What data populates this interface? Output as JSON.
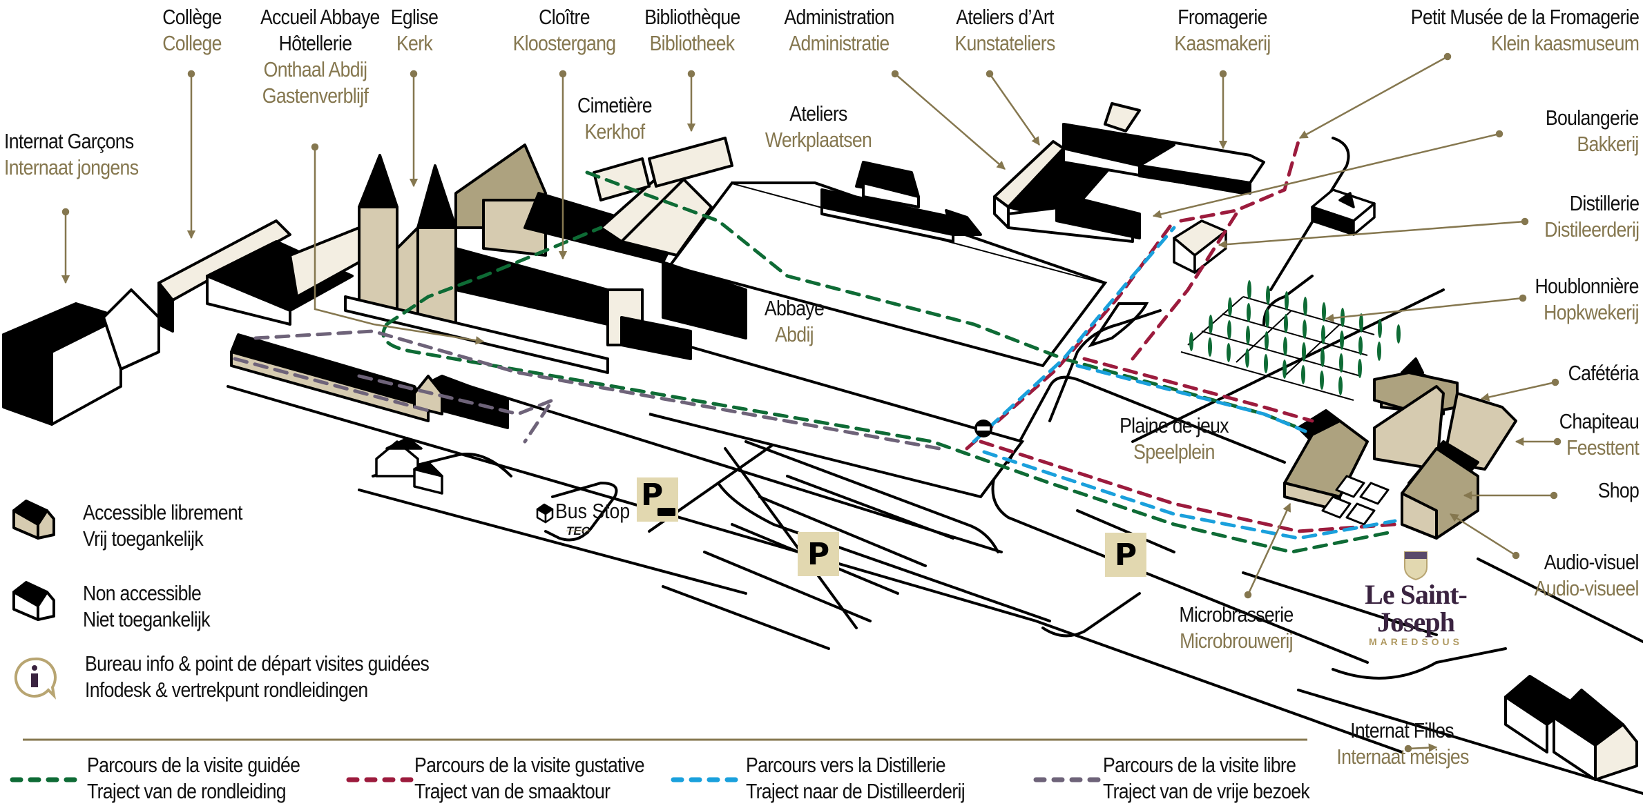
{
  "map": {
    "title_brand": "Le Saint-Joseph",
    "title_brand_sub": "MAREDSOUS",
    "colors": {
      "label_fr": "#111111",
      "label_nl": "#85774f",
      "arrow": "#85774f",
      "roof_black": "#000000",
      "wall_cream": "#f3eee2",
      "wall_tan": "#d6cbb0",
      "roof_tan": "#ada27f",
      "parking_bg": "#e2d8b0",
      "route_guided": "#0e6b35",
      "route_tasting": "#9c1b3d",
      "route_distillery": "#1aa0dc",
      "route_free": "#6e6379"
    },
    "places": [
      {
        "id": "internat-garcons",
        "fr": "Internat Garçons",
        "nl": "Internaat jongens"
      },
      {
        "id": "college",
        "fr": "Collège",
        "nl": "College"
      },
      {
        "id": "accueil",
        "fr": "Accueil Abbaye",
        "fr2": "Hôtellerie",
        "nl": "Onthaal Abdij",
        "nl2": "Gastenverblijf"
      },
      {
        "id": "eglise",
        "fr": "Eglise",
        "nl": "Kerk"
      },
      {
        "id": "cloitre",
        "fr": "Cloître",
        "nl": "Kloostergang"
      },
      {
        "id": "bibliotheque",
        "fr": "Bibliothèque",
        "nl": "Bibliotheek"
      },
      {
        "id": "cimetiere",
        "fr": "Cimetière",
        "nl": "Kerkhof"
      },
      {
        "id": "administration",
        "fr": "Administration",
        "nl": "Administratie"
      },
      {
        "id": "ateliers",
        "fr": "Ateliers",
        "nl": "Werkplaatsen"
      },
      {
        "id": "ateliers-art",
        "fr": "Ateliers d’Art",
        "nl": "Kunstateliers"
      },
      {
        "id": "fromagerie",
        "fr": "Fromagerie",
        "nl": "Kaasmakerij"
      },
      {
        "id": "musee",
        "fr": "Petit Musée de la Fromagerie",
        "nl": "Klein kaasmuseum"
      },
      {
        "id": "boulangerie",
        "fr": "Boulangerie",
        "nl": "Bakkerij"
      },
      {
        "id": "distillerie",
        "fr": "Distillerie",
        "nl": "Distileerderij"
      },
      {
        "id": "houblonniere",
        "fr": "Houblonnière",
        "nl": "Hopkwekerij"
      },
      {
        "id": "cafeteria",
        "fr": "Cafétéria",
        "nl": ""
      },
      {
        "id": "chapiteau",
        "fr": "Chapiteau",
        "nl": "Feesttent"
      },
      {
        "id": "shop",
        "fr": "Shop",
        "nl": ""
      },
      {
        "id": "audio-visuel",
        "fr": "Audio-visuel",
        "nl": "Audio-visueel"
      },
      {
        "id": "abbaye",
        "fr": "Abbaye",
        "nl": "Abdij"
      },
      {
        "id": "plaine",
        "fr": "Plaine de jeux",
        "nl": "Speelplein"
      },
      {
        "id": "microbrasserie",
        "fr": "Microbrasserie",
        "nl": "Microbrouwerij"
      },
      {
        "id": "internat-filles",
        "fr": "Internat Filles",
        "nl": "Internaat meisjes"
      }
    ],
    "bus_stop": {
      "label": "Bus Stop",
      "operator": "TEC",
      "icon": "bus-icon"
    },
    "parking": [
      {
        "label": "P",
        "type": "bus-parking"
      },
      {
        "label": "P",
        "type": "car-parking"
      },
      {
        "label": "P",
        "type": "car-parking"
      }
    ]
  },
  "legend": {
    "symbols": [
      {
        "icon": "house-accessible-icon",
        "fr": "Accessible librement",
        "nl": "Vrij toegankelijk"
      },
      {
        "icon": "house-non-accessible-icon",
        "fr": "Non accessible",
        "nl": "Niet toegankelijk"
      },
      {
        "icon": "info-icon",
        "fr": "Bureau info & point de départ visites guidées",
        "nl": "Infodesk & vertrekpunt rondleidingen"
      }
    ],
    "routes": [
      {
        "color_key": "route_guided",
        "fr": "Parcours de la visite guidée",
        "nl": "Traject van de rondleiding"
      },
      {
        "color_key": "route_tasting",
        "fr": "Parcours de la visite gustative",
        "nl": "Traject van de smaaktour"
      },
      {
        "color_key": "route_distillery",
        "fr": "Parcours vers la Distillerie",
        "nl": "Traject naar de Distilleerderij"
      },
      {
        "color_key": "route_free",
        "fr": "Parcours de la visite libre",
        "nl": "Traject van de vrije bezoek"
      }
    ]
  }
}
